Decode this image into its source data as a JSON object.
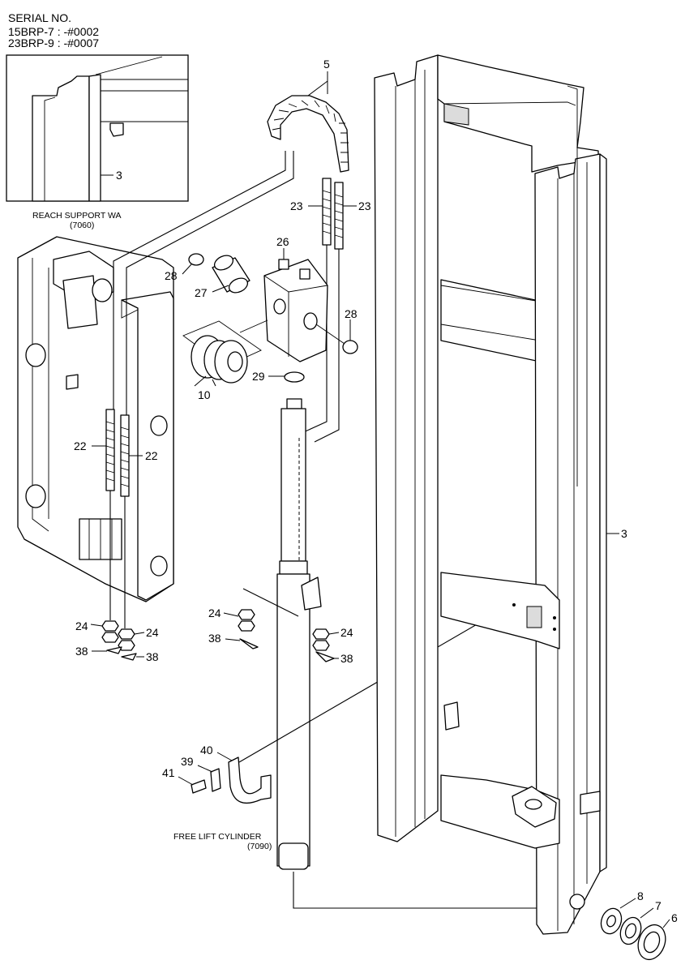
{
  "serial": {
    "heading": "SERIAL NO.",
    "line1": "15BRP-7 : -#0002",
    "line2": "23BRP-9 : -#0007"
  },
  "captions": {
    "reach_support": "REACH SUPPORT WA",
    "reach_support_code": "(7060)",
    "free_lift": "FREE LIFT CYLINDER",
    "free_lift_code": "(7090)"
  },
  "callouts": {
    "inset_3": "3",
    "chain_5": "5",
    "rod_23_left": "23",
    "rod_23_right": "23",
    "bracket_26": "26",
    "ring_28_left": "28",
    "ring_28_right": "28",
    "pin_27": "27",
    "sheave_10": "10",
    "ring_29": "29",
    "rod_22_left": "22",
    "rod_22_right": "22",
    "mast_3": "3",
    "nut_24_a": "24",
    "nut_24_b": "24",
    "nut_24_c": "24",
    "nut_24_d": "24",
    "pin_38_a": "38",
    "pin_38_b": "38",
    "pin_38_c": "38",
    "pin_38_d": "38",
    "clamp_40": "40",
    "plate_39": "39",
    "bolt_41": "41",
    "washer_8": "8",
    "washer_7": "7",
    "bearing_6": "6"
  }
}
